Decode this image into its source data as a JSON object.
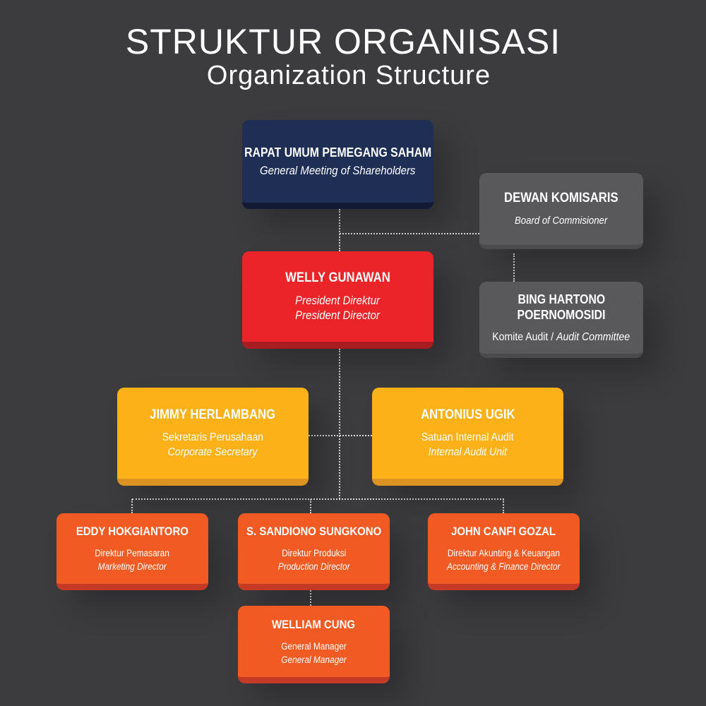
{
  "header": {
    "title": "STRUKTUR ORGANISASI",
    "subtitle": "Organization Structure"
  },
  "nodes": {
    "rups": {
      "name": "RAPAT UMUM PEMEGANG SAHAM",
      "role_en": "General Meeting of Shareholders"
    },
    "dewan": {
      "name": "DEWAN KOMISARIS",
      "role_en": "Board of Commisioner"
    },
    "president": {
      "name": "WELLY GUNAWAN",
      "role_id": "President Direktur",
      "role_en": "President Director"
    },
    "audit_committee": {
      "name_line1": "BING HARTONO",
      "name_line2": "POERNOMOSIDI",
      "role_id": "Komite Audit / ",
      "role_en": "Audit Committee"
    },
    "secretary": {
      "name": "JIMMY HERLAMBANG",
      "role_id": "Sekretaris Perusahaan",
      "role_en": "Corporate Secretary"
    },
    "internal_audit": {
      "name": "ANTONIUS UGIK",
      "role_id": "Satuan Internal Audit",
      "role_en": "Internal Audit Unit"
    },
    "marketing": {
      "name": "EDDY HOKGIANTORO",
      "role_id": "Direktur Pemasaran",
      "role_en": "Marketing Director"
    },
    "production": {
      "name": "S. SANDIONO SUNGKONO",
      "role_id": "Direktur Produksi",
      "role_en": "Production Director"
    },
    "finance": {
      "name": "JOHN CANFI GOZAL",
      "role_id": "Direktur Akunting & Keuangan",
      "role_en": "Accounting & Finance Director"
    },
    "gm": {
      "name": "WELLIAM CUNG",
      "role_id": "General Manager",
      "role_en": "General Manager"
    }
  },
  "colors": {
    "navy": "#1e2e55",
    "grey": "#59595c",
    "red": "#ea2428",
    "yellow": "#fbb117",
    "orange": "#f15a22",
    "background": "#3c3c3e"
  }
}
